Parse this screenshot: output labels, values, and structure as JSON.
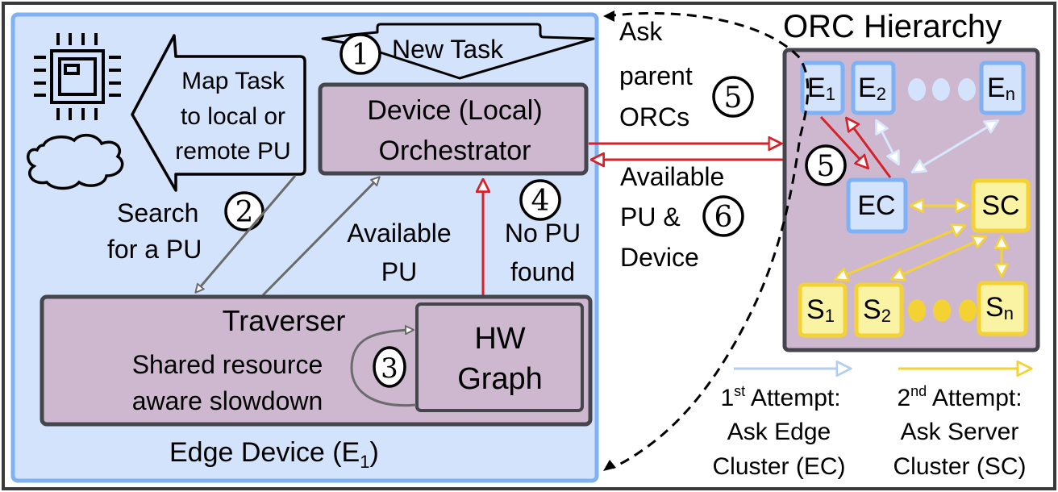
{
  "edge_device": {
    "label": "Edge Device (E",
    "label_sub": "1",
    "label_close": ")",
    "icons": [
      "chip-icon",
      "cloud-icon"
    ],
    "map_task_callout": [
      "Map Task",
      "to local or",
      "remote PU"
    ],
    "new_task": {
      "step": "1",
      "label": "New Task"
    },
    "local_orchestrator": [
      "Device (Local)",
      "Orchestrator"
    ],
    "search": {
      "lines": [
        "Search",
        "for a PU"
      ],
      "step": "2"
    },
    "available_pu": [
      "Available",
      "PU"
    ],
    "no_pu": {
      "step": "4",
      "lines": [
        "No PU",
        "found"
      ]
    },
    "traverser": {
      "title": "Traverser",
      "desc": [
        "Shared resource",
        "aware slowdown"
      ],
      "step": "3",
      "hw_graph": [
        "HW",
        "Graph"
      ]
    }
  },
  "messages": {
    "ask_parent": {
      "lines": [
        "Ask",
        "parent",
        "ORCs"
      ],
      "step": "5"
    },
    "available_reply": {
      "lines": [
        "Available",
        "PU &",
        "Device"
      ],
      "step": "6"
    }
  },
  "orc_hierarchy": {
    "title": "ORC Hierarchy",
    "edge_nodes": [
      {
        "base": "E",
        "sub": "1"
      },
      {
        "base": "E",
        "sub": "2"
      },
      {
        "base": "E",
        "sub": "n"
      }
    ],
    "edge_cluster": "EC",
    "server_cluster": "SC",
    "server_nodes": [
      {
        "base": "S",
        "sub": "1"
      },
      {
        "base": "S",
        "sub": "2"
      },
      {
        "base": "S",
        "sub": "n"
      }
    ],
    "inner_step": "5"
  },
  "legend": [
    {
      "sup_base": "1",
      "sup": "st",
      "lines": [
        " Attempt:",
        "Ask Edge",
        "Cluster (EC)"
      ],
      "color": "#b4cfee"
    },
    {
      "sup_base": "2",
      "sup": "nd",
      "lines": [
        " Attempt:",
        "Ask Server",
        "Cluster (SC)"
      ],
      "color": "#f5d233"
    }
  ],
  "colors": {
    "edge_bg": "#d2e3fb",
    "edge_border": "#7eb1f5",
    "box_fill": "#cdb8d0",
    "box_border": "#45464d",
    "red": "#d62128",
    "gray_arrow": "#6b6b6b",
    "yellow_fill": "#fbf3a4",
    "yellow_border": "#f5d233",
    "light_blue_arrow": "#d8e7fb"
  }
}
